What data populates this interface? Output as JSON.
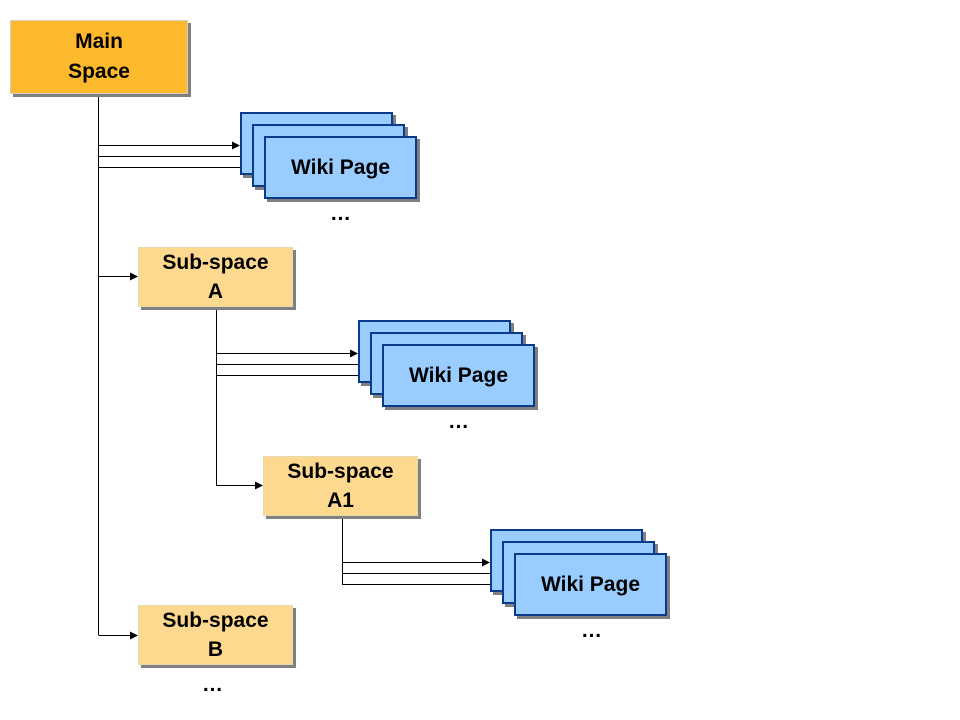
{
  "nodes": {
    "main_space": [
      "Main",
      "Space"
    ],
    "sub_space_a": [
      "Sub-space",
      "A"
    ],
    "sub_space_a1": [
      "Sub-space",
      "A1"
    ],
    "sub_space_b": [
      "Sub-space",
      "B"
    ]
  },
  "pages": {
    "main": "Wiki Page",
    "a": "Wiki Page",
    "a1": "Wiki Page"
  },
  "ellipsis": {
    "main_pages": "…",
    "a_pages": "…",
    "a1_pages": "…",
    "after_b": "…"
  },
  "colors": {
    "main_space_fill": "#FDB92E",
    "sub_space_fill": "#FCD98E",
    "page_fill": "#99CCFF",
    "page_border": "#0A3A8C",
    "connector": "#000000"
  }
}
